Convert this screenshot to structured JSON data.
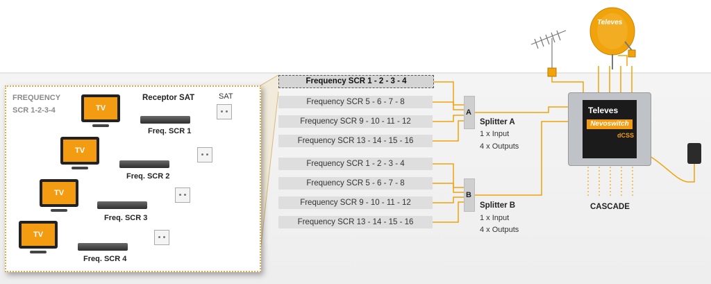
{
  "panel": {
    "title_line1": "FREQUENCY",
    "title_line2": "SCR 1-2-3-4",
    "receptor_label": "Receptor SAT",
    "sat_label": "SAT",
    "tv_label": "TV",
    "receivers": [
      "Freq. SCR 1",
      "Freq. SCR 2",
      "Freq. SCR 3",
      "Freq. SCR 4"
    ]
  },
  "group_a": {
    "rows": [
      "Frequency SCR 1 - 2 - 3 - 4",
      "Frequency SCR 5 - 6 - 7 - 8",
      "Frequency SCR 9 - 10 - 11 - 12",
      "Frequency SCR 13 - 14 - 15 - 16"
    ],
    "letter": "A",
    "title": "Splitter A",
    "input": "1 x Input",
    "outputs": "4 x Outputs"
  },
  "group_b": {
    "rows": [
      "Frequency SCR 1 - 2 - 3 - 4",
      "Frequency SCR 5 - 6 - 7 - 8",
      "Frequency SCR 9 - 10 - 11 - 12",
      "Frequency SCR 13 - 14 - 15 - 16"
    ],
    "letter": "B",
    "title": "Splitter B",
    "input": "1 x Input",
    "outputs": "4 x Outputs"
  },
  "device": {
    "brand": "Televes",
    "product": "Nevoswitch",
    "model": "dCSS",
    "dish_brand": "Televes",
    "cascade_label": "CASCADE"
  },
  "colors": {
    "cable": "#f0a30a",
    "accent": "#f39c12",
    "panel_border": "#e1a94a",
    "row_bg": "#dedede"
  }
}
